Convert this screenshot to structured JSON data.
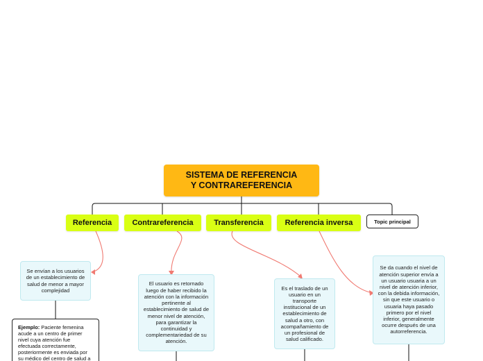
{
  "root": {
    "title": "SISTEMA DE REFERENCIA Y CONTRAREFERENCIA"
  },
  "branches": [
    {
      "label": "Referencia",
      "description": "Se envían a los usuarios de un establecimiento de salud de menor a mayor complejidad"
    },
    {
      "label": "Contrareferencia",
      "description": "El usuario es retornado luego de haber recibido la atención con la información pertinente al establecimiento de salud de menor nivel de atención, para garantizar la continuidad y complementariedad de su atención."
    },
    {
      "label": "Transferencia",
      "description": "Es el traslado de un usuario en un transporte institucional de un establecimiento de salud a otro, con acompañamiento de un profesional de salud calificado."
    },
    {
      "label": "Referencia inversa",
      "description": "Se da cuando el nivel de atención superior envía a un usuario usuaria a un nivel de atención inferior, con la debida información, sin que este usuario o usuaria haya pasado primero por el nivel inferior, generalmente ocurre después de una autorreferencia."
    },
    {
      "label": "Topic principal"
    }
  ],
  "example": {
    "label": "Ejemplo:",
    "text": "Paciente femenina acude a un centro de primer nivel cuya atención fue efectuada correctamente, posteriormente es enviada por su médico del centro de salud a la consulta de hipertensos"
  },
  "colors": {
    "root": "#ffb814",
    "branch": "#d9ff14",
    "description_bg": "#e9f8fb",
    "arrow": "#f07a72",
    "line": "#111111"
  }
}
